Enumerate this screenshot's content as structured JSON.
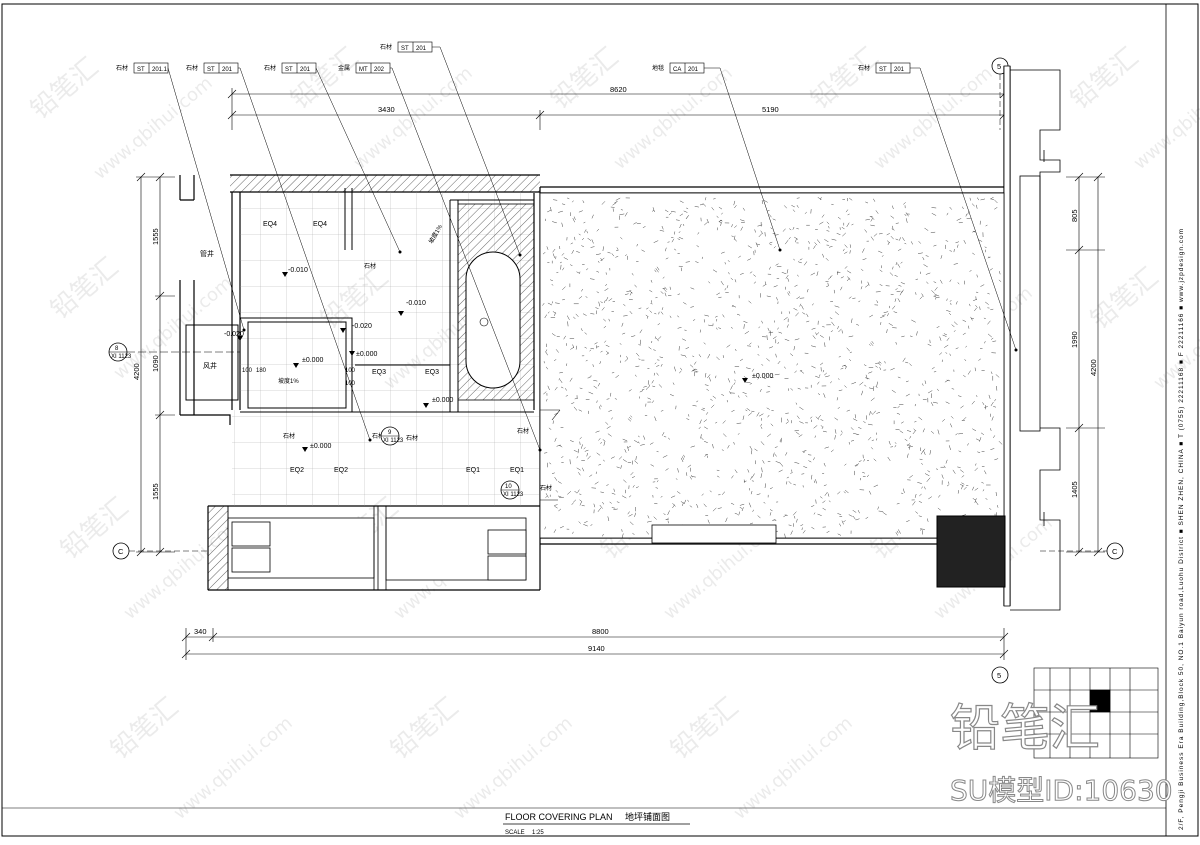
{
  "drawing": {
    "title_en": "FLOOR COVERING PLAN",
    "title_cn": "地坪铺面图",
    "scale_label": "SCALE",
    "scale_value": "1:25",
    "grid_number": "5",
    "grid_letter": "C"
  },
  "tags": [
    {
      "cn": "石材",
      "code": "ST",
      "num": "201.1"
    },
    {
      "cn": "石材",
      "code": "ST",
      "num": "201"
    },
    {
      "cn": "石材",
      "code": "ST",
      "num": "201"
    },
    {
      "cn": "金属",
      "code": "MT",
      "num": "202"
    },
    {
      "cn": "石材",
      "code": "ST",
      "num": "201"
    },
    {
      "cn": "地毯",
      "code": "CA",
      "num": "201"
    },
    {
      "cn": "石材",
      "code": "ST",
      "num": "201"
    }
  ],
  "dimensions": {
    "top_total": "8620",
    "top_left": "3430",
    "top_right": "5190",
    "bottom_a": "340",
    "bottom_b": "8800",
    "bottom_total": "9140",
    "left_1": "1555",
    "left_2": "1090",
    "left_3": "1555",
    "left_total": "4200",
    "right_1": "805",
    "right_2": "1990",
    "right_3": "1405",
    "right_total": "4200",
    "small_100a": "100",
    "small_180": "180",
    "small_100b": "100",
    "small_100c": "100"
  },
  "rooms": {
    "pipe_shaft": "管井",
    "air_shaft": "风井"
  },
  "levels": {
    "l1": "-0.010",
    "l2": "-0.010",
    "l3": "-0.020",
    "l4": "-0.020",
    "l5": "±0.000",
    "l6": "±0.000",
    "l7": "±0.000",
    "l8": "±0.000",
    "l9": "±0.000"
  },
  "slopes": {
    "s1": "坡度1%",
    "s2": "坡度1%"
  },
  "eq": {
    "eq4": "EQ4",
    "eq3": "EQ3",
    "eq2": "EQ2",
    "eq1": "EQ1"
  },
  "callouts": [
    {
      "num": "8",
      "ref": "XI 1123"
    },
    {
      "num": "9",
      "ref": "XI 1123"
    },
    {
      "num": "10",
      "ref": "XI 1123"
    }
  ],
  "stone_label": "石材",
  "side_strip": "2/F, Pengji Business Era Building,Block 50, NO.1 Baiyun road,Luohu District ■ SHEN ZHEN, CHINA ■ T (0755) 22211168 ■ F 22211166 ■ www.jzpdesign.com",
  "watermarks": {
    "site": "www.qbihui.com",
    "brand": "铅笔汇",
    "model_id": "SU模型ID:10630"
  }
}
